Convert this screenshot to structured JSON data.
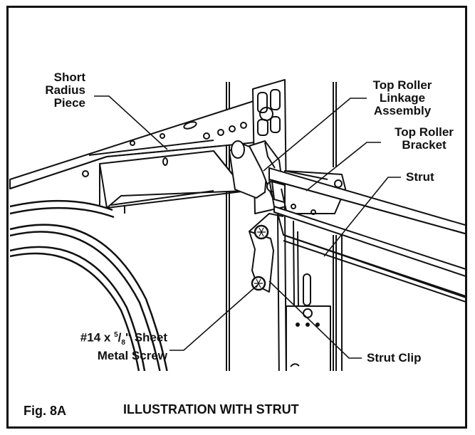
{
  "figure": {
    "callouts": {
      "short_radius_piece": [
        "Short",
        "Radius",
        "Piece"
      ],
      "top_roller_linkage": [
        "Top Roller",
        "Linkage",
        "Assembly"
      ],
      "top_roller_bracket": [
        "Top Roller",
        "Bracket"
      ],
      "strut": "Strut",
      "sheet_metal_screw": {
        "line1_prefix": "#14 x ",
        "fraction_num": "5",
        "fraction_den": "8",
        "line1_suffix": "\" Sheet",
        "line2": "Metal Screw"
      },
      "strut_clip": "Strut Clip"
    },
    "caption": {
      "fig_number": "Fig. 8A",
      "title": "ILLUSTRATION WITH STRUT"
    }
  }
}
